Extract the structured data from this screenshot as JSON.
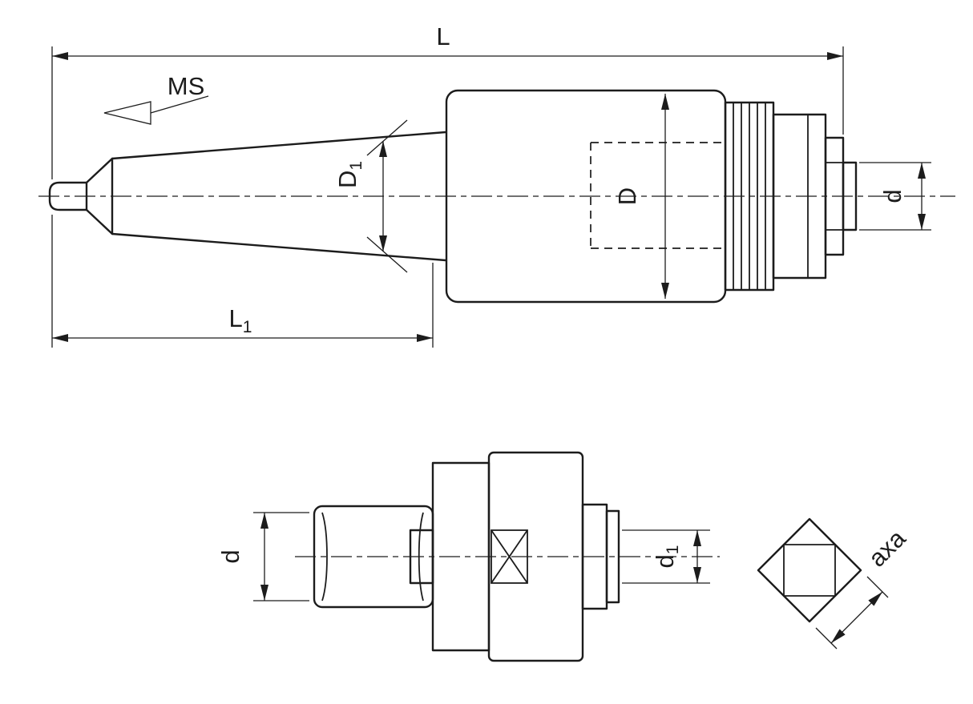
{
  "colors": {
    "background": "#ffffff",
    "line": "#1c1c1c"
  },
  "top_view": {
    "dim_overall_length": {
      "label": "L"
    },
    "taper_callout": {
      "label": "MS"
    },
    "dim_taper_diameter": {
      "base": "D",
      "sub": "1"
    },
    "dim_body_diameter": {
      "label": "D"
    },
    "dim_end_diameter": {
      "label": "d"
    },
    "dim_taper_length": {
      "base": "L",
      "sub": "1"
    }
  },
  "bottom_view": {
    "dim_sleeve_diameter": {
      "label": "d"
    },
    "dim_bore_diameter": {
      "base": "d",
      "sub": "1"
    }
  },
  "detail_view": {
    "dim_square_section": {
      "label": "axa"
    }
  }
}
